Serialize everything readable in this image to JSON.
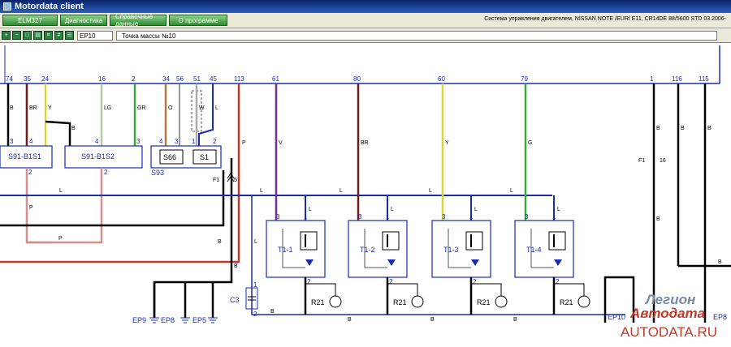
{
  "window": {
    "title": "Motordata client"
  },
  "menu": {
    "items": [
      {
        "label": "ELM327"
      },
      {
        "label": "Диагностика"
      },
      {
        "label": "Справочные данные"
      },
      {
        "label": "О программе"
      }
    ]
  },
  "vehicle_info": "Система управления двигателем, NISSAN NOTE /EUR/ E11,   CR14DE 88/5600 STD 03.2006-",
  "toolbar": {
    "point_code": "EP10",
    "point_desc": "Точка массы №10"
  },
  "diagram": {
    "top_pins": [
      "74",
      "35",
      "24",
      "16",
      "2",
      "34",
      "56",
      "51",
      "45",
      "113",
      "61",
      "80",
      "60",
      "79",
      "1",
      "116",
      "115"
    ],
    "colors": {
      "blue": "#1a2bb0",
      "red": "#c0392b",
      "purple": "#7b2d8e",
      "darkred": "#6e1b1b",
      "yellow": "#d8d83a",
      "green": "#3aa83a",
      "pink": "#d09090"
    },
    "wire_labels": {
      "w74": "B",
      "w35": "BR",
      "w24": "Y",
      "w16": "LG",
      "w2": "GR",
      "w34": "O",
      "w51": "W",
      "w45": "L",
      "w113": "P",
      "w61": "V",
      "w80": "BR",
      "w60": "Y",
      "w79": "G",
      "w1": "B",
      "w116": "B",
      "w115": "B",
      "left_b": "B",
      "mid_b": "B",
      "bus_l": "L",
      "s91_p": "P",
      "bot_p": "P",
      "c3_l": "L",
      "gnd_b": "B",
      "f1_right": "B",
      "bus_b": "B",
      "right_b": "B",
      "sl": "L"
    },
    "sensors": [
      {
        "name": "S91-B1S1",
        "pin_l": "3",
        "pin_r": "4",
        "pin_b": "2"
      },
      {
        "name": "S91-B1S2",
        "pin_l": "4",
        "pin_r": "3",
        "pin_b": "2"
      }
    ],
    "s93": {
      "name": "S93",
      "s66": "S66",
      "s1": "S1",
      "pins": [
        "4",
        "3",
        "1",
        "2"
      ]
    },
    "fuse_left": {
      "name": "F1",
      "value": "5"
    },
    "fuse_right": {
      "name": "F1",
      "value": "16"
    },
    "coils": [
      {
        "name": "T1-1"
      },
      {
        "name": "T1-2"
      },
      {
        "name": "T1-3"
      },
      {
        "name": "T1-4"
      }
    ],
    "coil_pins": {
      "p3": "3",
      "p1": "1",
      "p2": "2"
    },
    "resistor_label": "R21",
    "capacitor": {
      "name": "C3",
      "pin1": "1",
      "pin2": "2"
    },
    "grounds": [
      "EP9",
      "EP8",
      "EP5",
      "EP10",
      "EP8"
    ],
    "watermark": {
      "line1": "Легион",
      "line2": "Автодата",
      "line3": "AUTODATA.RU"
    }
  }
}
